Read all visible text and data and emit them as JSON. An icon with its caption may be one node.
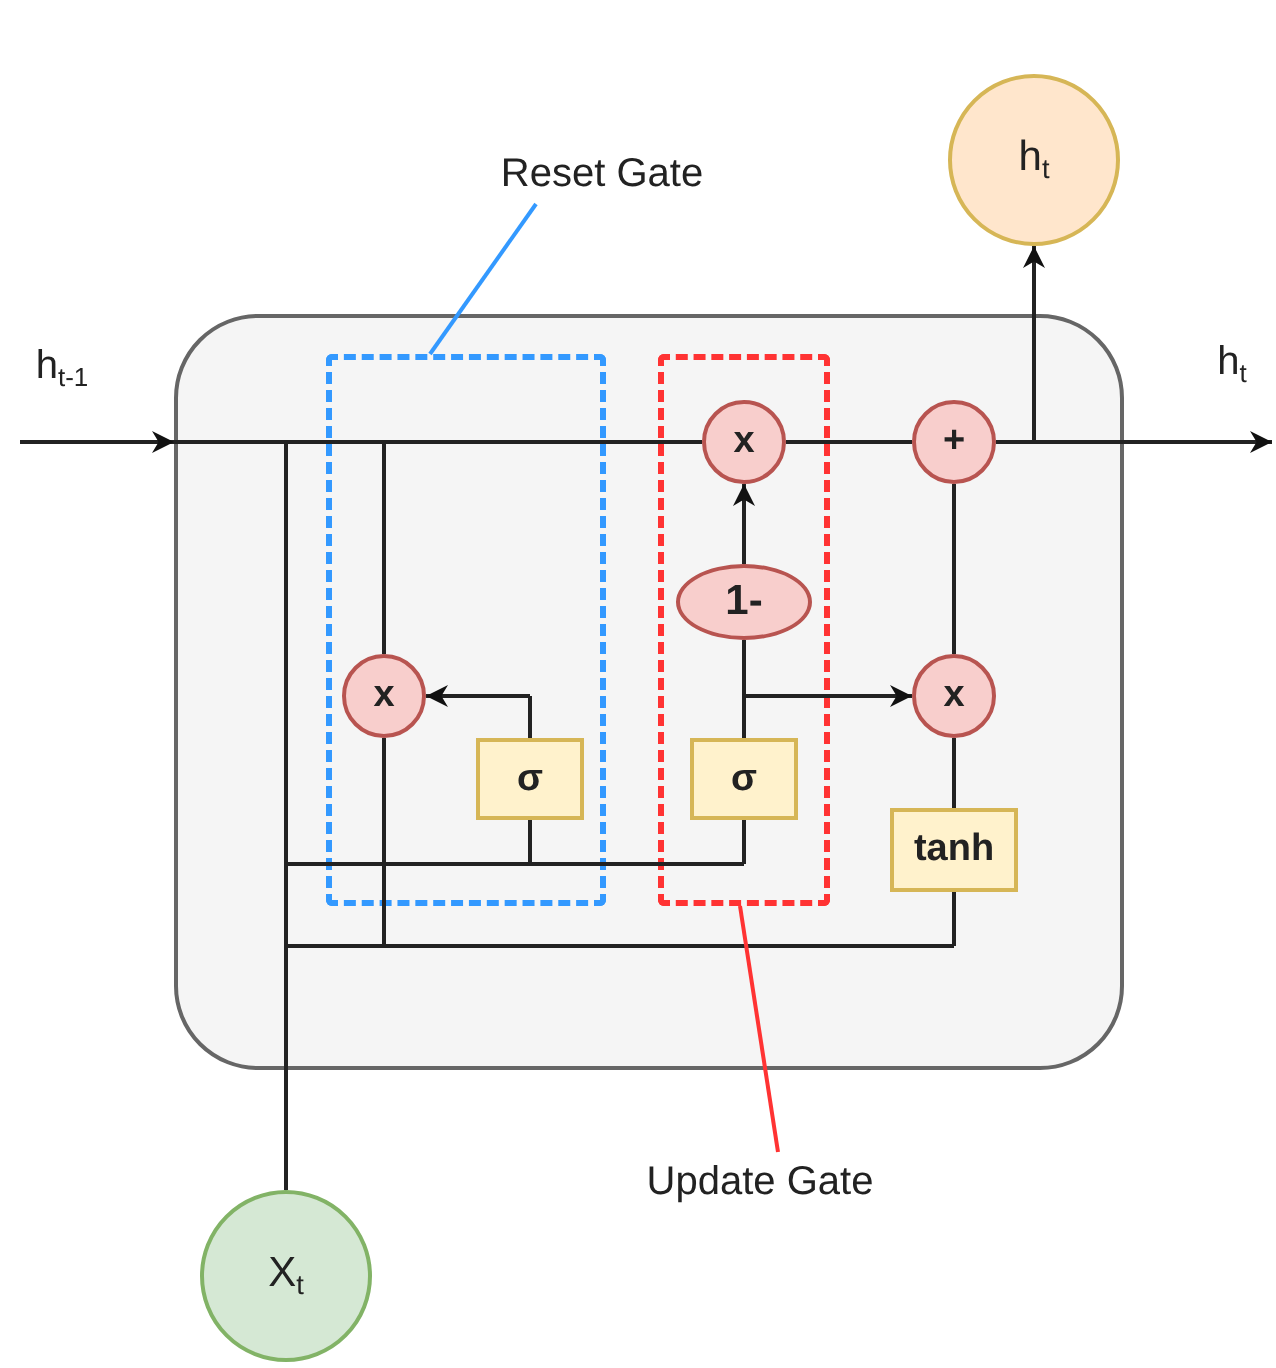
{
  "diagram": {
    "nodes": [
      {
        "text": [
          "h$_{t-1}$"
        ]
      },
      {
        "text": [
          "Reset Gate"
        ]
      },
      {
        "text": [
          "h$_{t}$"
        ]
      },
      {
        "text": [],
        "shape": "box"
      },
      {
        "text": [],
        "shape": "box",
        "in": 3
      },
      {
        "text": [],
        "shape": "box",
        "in": 3
      },
      {
        "text": [
          "x"
        ],
        "in": 5
      },
      {
        "text": [
          "+"
        ],
        "in": 3
      },
      {
        "text": [
          "1-"
        ],
        "in": 5
      },
      {
        "text": [
          "x"
        ],
        "in": 4
      },
      {
        "text": [
          "σ"
        ],
        "in": 4
      },
      {
        "text": [
          "σ"
        ],
        "in": 5
      },
      {
        "text": [
          "x"
        ],
        "in": 3
      },
      {
        "text": [
          "tanh"
        ],
        "in": 3
      },
      {
        "text": [
          "h$_{t}$"
        ]
      },
      {
        "text": [
          "Update Gate"
        ]
      },
      {
        "text": [
          "X$_{t}$"
        ]
      }
    ],
    "edges": [
      {
        "from": 0,
        "to": 3,
        "arrow": "to"
      },
      {
        "from": 0,
        "to": 6,
        "arrow": "none"
      },
      {
        "from": 0,
        "to": 9,
        "arrow": "none"
      },
      {
        "from": 0,
        "to": 10,
        "arrow": "none"
      },
      {
        "from": 0,
        "to": 11,
        "arrow": "none"
      },
      {
        "from": 16,
        "to": 10,
        "arrow": "none"
      },
      {
        "from": 16,
        "to": 11,
        "arrow": "none"
      },
      {
        "from": 16,
        "to": 13,
        "arrow": "none"
      },
      {
        "from": 9,
        "to": 13,
        "arrow": "none"
      },
      {
        "from": 10,
        "to": 9,
        "arrow": "to"
      },
      {
        "from": 11,
        "to": 12,
        "arrow": "to"
      },
      {
        "from": 11,
        "to": 8,
        "arrow": "none"
      },
      {
        "from": 8,
        "to": 6,
        "arrow": "to"
      },
      {
        "from": 13,
        "to": 12,
        "arrow": "none"
      },
      {
        "from": 12,
        "to": 7,
        "arrow": "none"
      },
      {
        "from": 6,
        "to": 7,
        "arrow": "none"
      },
      {
        "from": 7,
        "to": 14,
        "arrow": "to"
      },
      {
        "from": 7,
        "to": 2,
        "arrow": "to"
      },
      {
        "from": 1,
        "to": 4,
        "arrow": "none",
        "color": "#3399ff"
      },
      {
        "from": 15,
        "to": 5,
        "arrow": "none",
        "color": "#ff3333"
      }
    ]
  }
}
